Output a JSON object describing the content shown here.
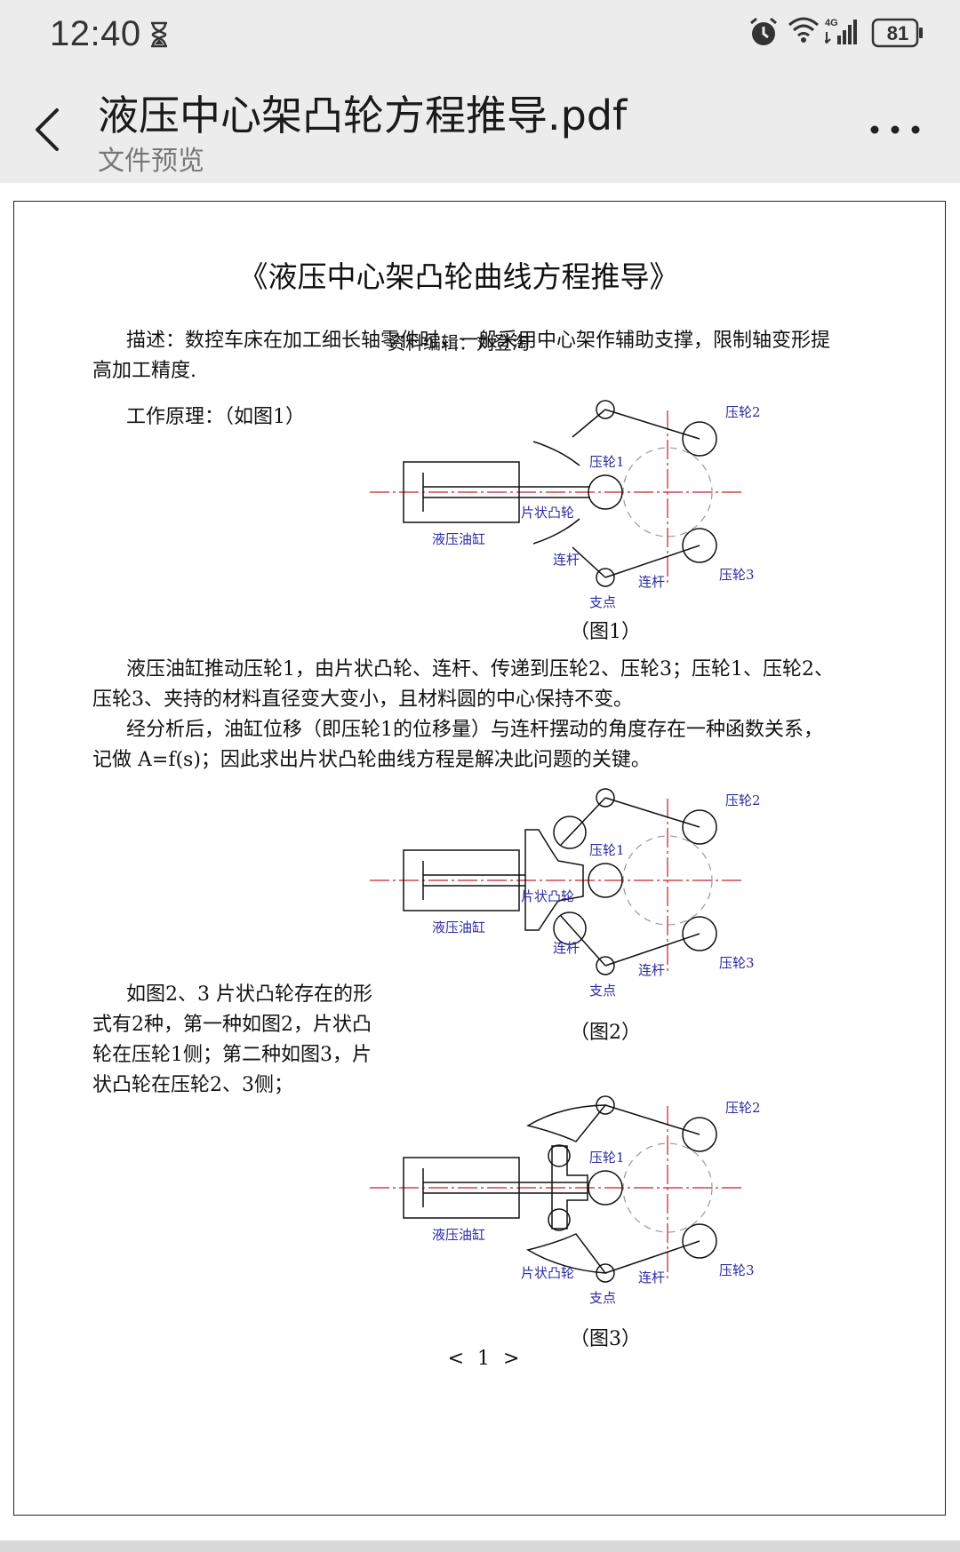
{
  "status_bar": {
    "time": "12:40",
    "network": "4G",
    "battery": "81",
    "icons": [
      "hourglass-icon",
      "alarm-icon",
      "wifi-icon",
      "cellular-icon",
      "battery-icon"
    ]
  },
  "app_bar": {
    "title": "液压中心架凸轮方程推导.pdf",
    "subtitle": "文件预览",
    "icons": [
      "back-arrow-icon",
      "more-options-icon"
    ]
  },
  "document": {
    "title": "《液压中心架凸轮曲线方程推导》",
    "editor": "资料编辑：刘登淘",
    "desc_line1": "描述：数控车床在加工细长轴零件时，一般采用中心架作辅助支撑，限制轴变形提",
    "desc_line2": "高加工精度.",
    "principle": "工作原理：（如图1）",
    "body1_line1": "液压油缸推动压轮1，由片状凸轮、连杆、传递到压轮2、压轮3；压轮1、压轮2、",
    "body1_line2": "压轮3、夹持的材料直径变大变小，且材料圆的中心保持不变。",
    "body2_line1": "经分析后，油缸位移（即压轮1的位移量）与连杆摆动的角度存在一种函数关系，",
    "body2_line2": "记做 A=f(s)；因此求出片状凸轮曲线方程是解决此问题的关键。",
    "forms_line1": "如图2、3 片状凸轮存在的形",
    "forms_line2": "式有2种，第一种如图2，片状凸",
    "forms_line3": "轮在压轮1侧；第二种如图3，片",
    "forms_line4": "状凸轮在压轮2、3侧；",
    "page_number": "< 1 >",
    "figures": [
      {
        "caption": "（图1）",
        "labels": {
          "wheel2": "压轮2",
          "wheel1": "压轮1",
          "cam": "片状凸轮",
          "cylinder": "液压油缸",
          "rod_left": "连杆",
          "rod_right": "连杆",
          "wheel3": "压轮3",
          "pivot": "支点"
        }
      },
      {
        "caption": "（图2）",
        "labels": {
          "wheel2": "压轮2",
          "wheel1": "压轮1",
          "cam": "片状凸轮",
          "cylinder": "液压油缸",
          "rod_left": "连杆",
          "rod_right": "连杆",
          "wheel3": "压轮3",
          "pivot": "支点"
        }
      },
      {
        "caption": "（图3）",
        "labels": {
          "wheel2": "压轮2",
          "wheel1": "压轮1",
          "cam": "片状凸轮",
          "cylinder": "液压油缸",
          "rod_right": "连杆",
          "wheel3": "压轮3",
          "pivot": "支点"
        }
      }
    ]
  },
  "colors": {
    "label_blue": "#2b2ba0",
    "centerline_red": "#c0202a",
    "dashed_gray": "#999999"
  }
}
